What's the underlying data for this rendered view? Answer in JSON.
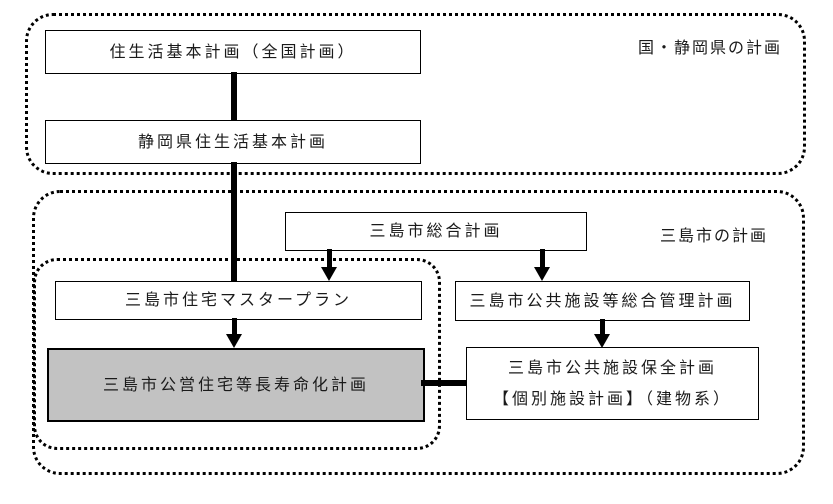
{
  "groups": {
    "national": {
      "label": "国・静岡県の計画"
    },
    "city": {
      "label": "三島市の計画"
    }
  },
  "boxes": {
    "national_housing_plan": "住生活基本計画（全国計画）",
    "prefecture_housing_plan": "静岡県住生活基本計画",
    "city_comprehensive_plan": "三島市総合計画",
    "city_housing_master_plan": "三島市住宅マスタープラン",
    "city_public_housing_longevity_plan": "三島市公営住宅等長寿命化計画",
    "city_public_facility_management_plan": "三島市公共施設等総合管理計画",
    "city_public_facility_preservation_plan": {
      "line1": "三島市公共施設保全計画",
      "line2": "【個別施設計画】（建物系）"
    }
  },
  "colors": {
    "line": "#000000",
    "box_border": "#000000",
    "highlight_fill": "#c2c2c2",
    "background": "#ffffff"
  }
}
